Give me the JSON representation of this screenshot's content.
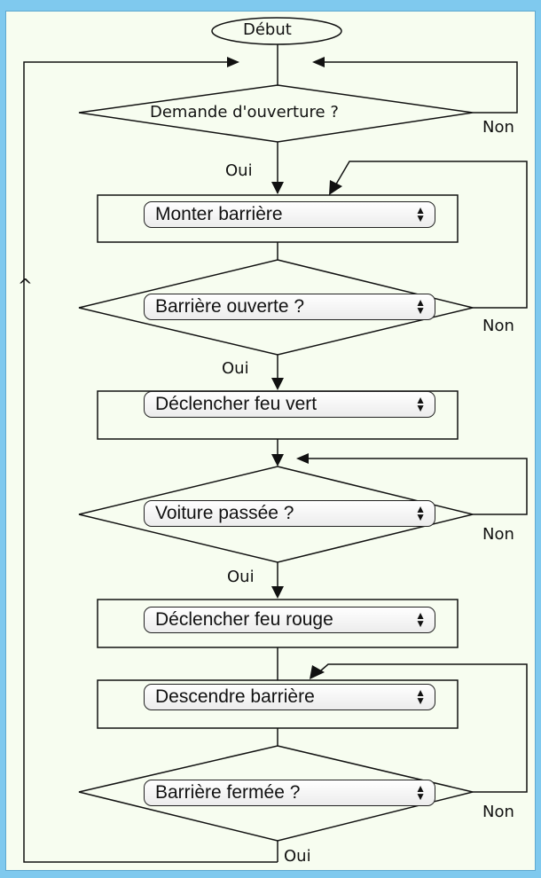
{
  "start_label": "Début",
  "steps": {
    "demande": "Demande d'ouverture ?",
    "monter": "Monter barrière",
    "ouverte": "Barrière ouverte ?",
    "feu_vert": "Déclencher feu vert",
    "voiture": "Voiture passée ?",
    "feu_rouge": "Déclencher feu rouge",
    "descendre": "Descendre barrière",
    "fermee": "Barrière fermée ?"
  },
  "yes_label": "Oui",
  "no_label": "Non",
  "arrow_glyph": "^",
  "select_arrows": {
    "up": "▲",
    "down": "▼"
  }
}
